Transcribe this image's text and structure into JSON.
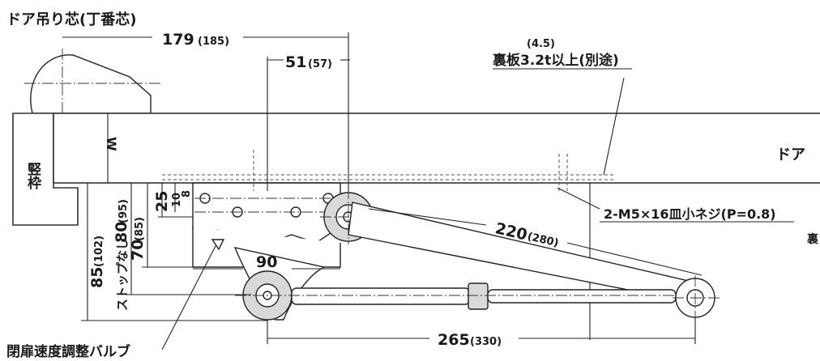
{
  "labels": {
    "hinge_center": "ドア吊り芯(丁番芯)",
    "frame": "竪枠",
    "door": "ドア",
    "door_w": "W",
    "back_plate_thickness": "(4.5)",
    "back_plate": "裏板3.2t以上(別途)",
    "screw": "2-M5×16皿小ネジ(P=0.8)",
    "valve": "閉扉速度調整バルブ",
    "stop_none": "ストップなし",
    "edge_mark": "裏"
  },
  "dimensions": {
    "d179": {
      "value": "179",
      "alt": "(185)"
    },
    "d51": {
      "value": "51",
      "alt": "(57)"
    },
    "d220": {
      "value": "220",
      "alt": "(280)"
    },
    "d265": {
      "value": "265",
      "alt": "(330)"
    },
    "d90": {
      "value": "90"
    },
    "d25": {
      "value": "25"
    },
    "d10": {
      "value": "10"
    },
    "d8": {
      "value": "8"
    },
    "d85": {
      "value": "85",
      "alt": "(102)"
    },
    "d80": {
      "value": "80",
      "alt": "(95)"
    },
    "d70": {
      "value": "70",
      "alt": "(85)"
    }
  }
}
